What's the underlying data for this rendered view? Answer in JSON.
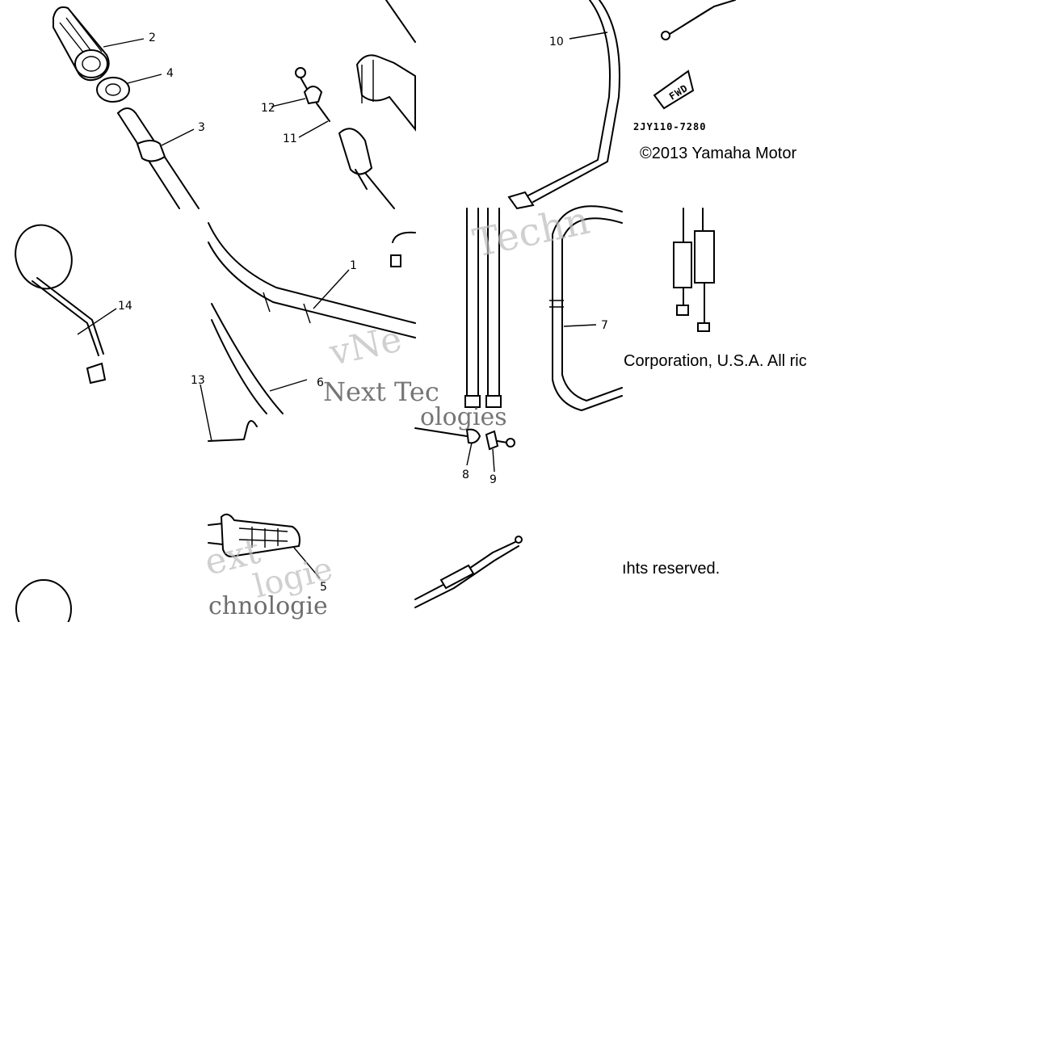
{
  "callouts": {
    "c1": "1",
    "c2": "2",
    "c3": "3",
    "c4": "4",
    "c5": "5",
    "c6": "6",
    "c7": "7",
    "c8": "8",
    "c9": "9",
    "c10": "10",
    "c11": "11",
    "c12": "12",
    "c13": "13",
    "c14": "14"
  },
  "fwd_label": "FWD",
  "diagram_code": "2JY110-7280",
  "copyright": {
    "part1": "©2013 Yamaha Motor",
    "part2": "Corporation, U.S.A. All ric",
    "part3": "ıhts reserved."
  },
  "watermark": {
    "w1": "Techn",
    "w2": "Next Tec",
    "w3": "vNe",
    "w4": "ologies",
    "w5": "ext",
    "w6": "chnologie",
    "w7": "logie"
  }
}
